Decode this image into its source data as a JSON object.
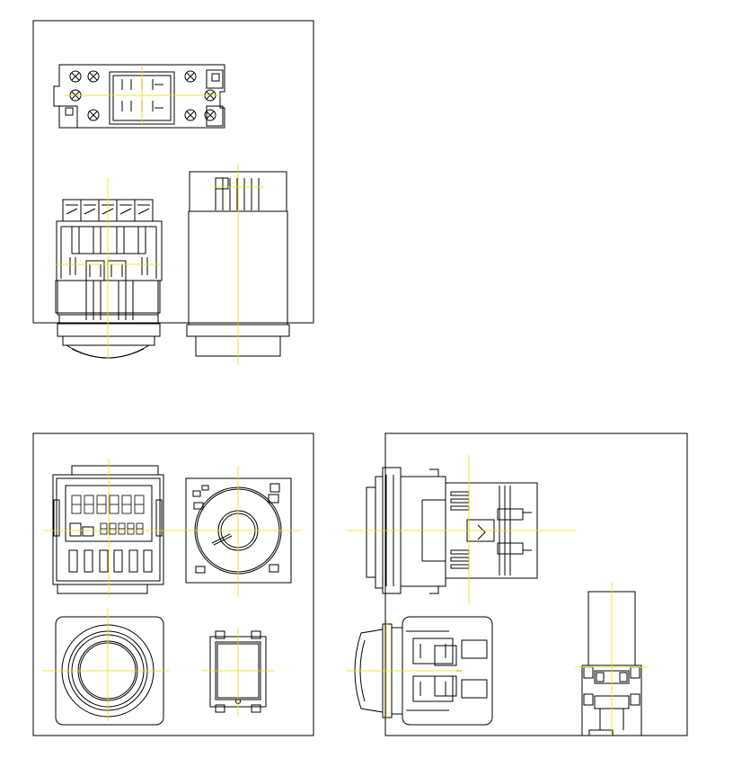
{
  "colors": {
    "background": "#ffffff",
    "line": "#000000",
    "centerline": "#e8e000"
  },
  "sheets": [
    {
      "id": "relay-socket-sheet",
      "views": [
        "socket-top-view",
        "relay-front-view",
        "relay-side-view"
      ]
    },
    {
      "id": "timer-front-sheet",
      "views": [
        "digital-timer-front-view",
        "analog-timer-front-view",
        "round-button-front-view",
        "square-lamp-front-view"
      ]
    },
    {
      "id": "timer-side-sheet",
      "views": [
        "timer-side-view",
        "button-side-view",
        "lamp-side-view"
      ]
    }
  ]
}
